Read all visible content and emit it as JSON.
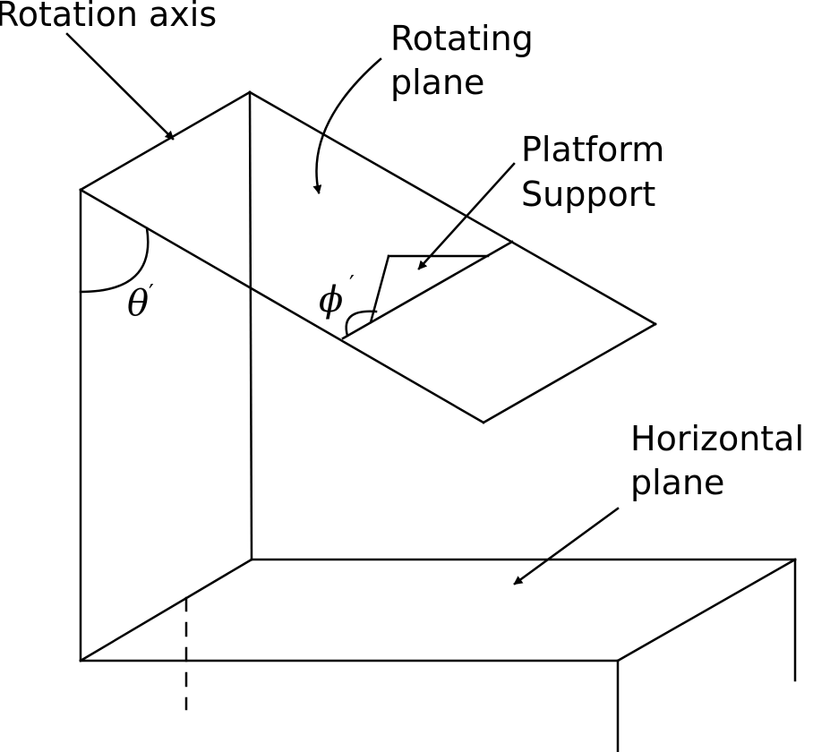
{
  "labels": {
    "rotation_axis": "Rotation axis",
    "rotating_plane": [
      "Rotating",
      "plane"
    ],
    "platform_support": [
      "Platform",
      "Support"
    ],
    "horizontal_plane": [
      "Horizontal",
      "plane"
    ]
  },
  "angles": {
    "theta": {
      "symbol": "θ",
      "prime": "′"
    },
    "phi": {
      "symbol": "ϕ",
      "prime": "′"
    }
  },
  "colors": {
    "line": "#000000",
    "background": "#ffffff"
  }
}
